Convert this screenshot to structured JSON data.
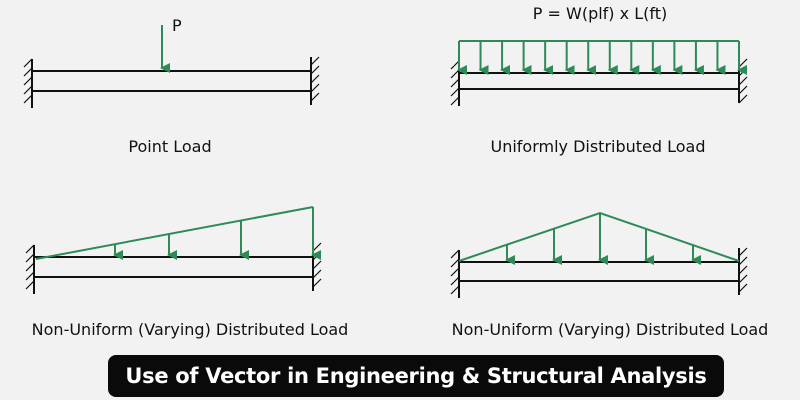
{
  "colors": {
    "load": "#2e8b57",
    "beam": "#111111",
    "background": "#f2f2f2",
    "banner_bg": "#0a0a0a",
    "banner_text": "#ffffff"
  },
  "panels": [
    {
      "id": "point",
      "caption": "Point Load",
      "load_label": "P",
      "load_type": "point",
      "relative_magnitudes": [
        1
      ]
    },
    {
      "id": "udl",
      "caption": "Uniformly Distributed Load",
      "load_label": "P = W(plf) x L(ft)",
      "load_type": "uniform",
      "arrow_count": 14
    },
    {
      "id": "triangular",
      "caption": "Non-Uniform (Varying) Distributed Load",
      "load_type": "linearly-increasing",
      "arrow_count": 4
    },
    {
      "id": "peaked",
      "caption": "Non-Uniform (Varying) Distributed Load",
      "load_type": "triangular-peak-center",
      "arrow_count": 5
    }
  ],
  "banner": {
    "title": "Use of Vector in Engineering & Structural Analysis"
  }
}
